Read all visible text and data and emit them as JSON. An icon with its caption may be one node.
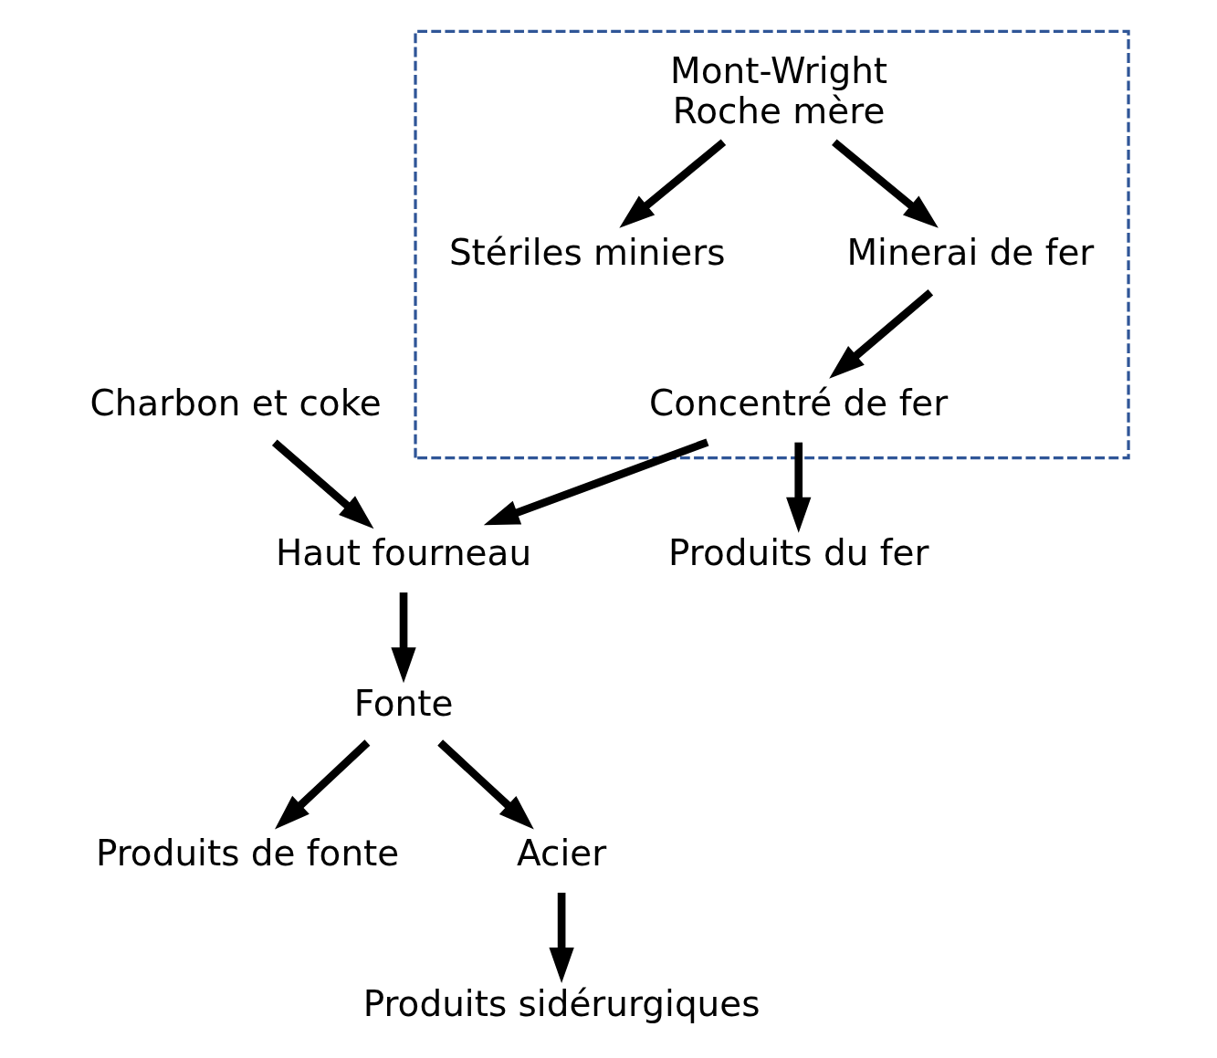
{
  "diagram": {
    "nodes": [
      {
        "text": [],
        "shape": "box"
      },
      {
        "text": [
          "Mont-Wright",
          "Roche mère"
        ],
        "in": 0
      },
      {
        "text": [
          "Stériles miniers"
        ],
        "in": 0
      },
      {
        "text": [
          "Minerai de fer"
        ],
        "in": 0
      },
      {
        "text": [
          "Concentré de fer"
        ],
        "in": 0
      },
      {
        "text": [
          "Charbon et coke"
        ]
      },
      {
        "text": [
          "Haut fourneau"
        ]
      },
      {
        "text": [
          "Produits du fer"
        ]
      },
      {
        "text": [
          "Fonte"
        ]
      },
      {
        "text": [
          "Produits de fonte"
        ]
      },
      {
        "text": [
          "Acier"
        ]
      },
      {
        "text": [
          "Produits sidérurgiques"
        ]
      }
    ],
    "edges": [
      {
        "from": 1,
        "to": 2,
        "arrow": "to"
      },
      {
        "from": 1,
        "to": 3,
        "arrow": "to"
      },
      {
        "from": 3,
        "to": 4,
        "arrow": "to"
      },
      {
        "from": 4,
        "to": 6,
        "arrow": "to"
      },
      {
        "from": 5,
        "to": 6,
        "arrow": "to"
      },
      {
        "from": 4,
        "to": 7,
        "arrow": "to"
      },
      {
        "from": 6,
        "to": 8,
        "arrow": "to"
      },
      {
        "from": 8,
        "to": 10,
        "arrow": "to"
      },
      {
        "from": 8,
        "to": 9,
        "arrow": "to"
      },
      {
        "from": 10,
        "to": 11,
        "arrow": "to"
      }
    ]
  }
}
